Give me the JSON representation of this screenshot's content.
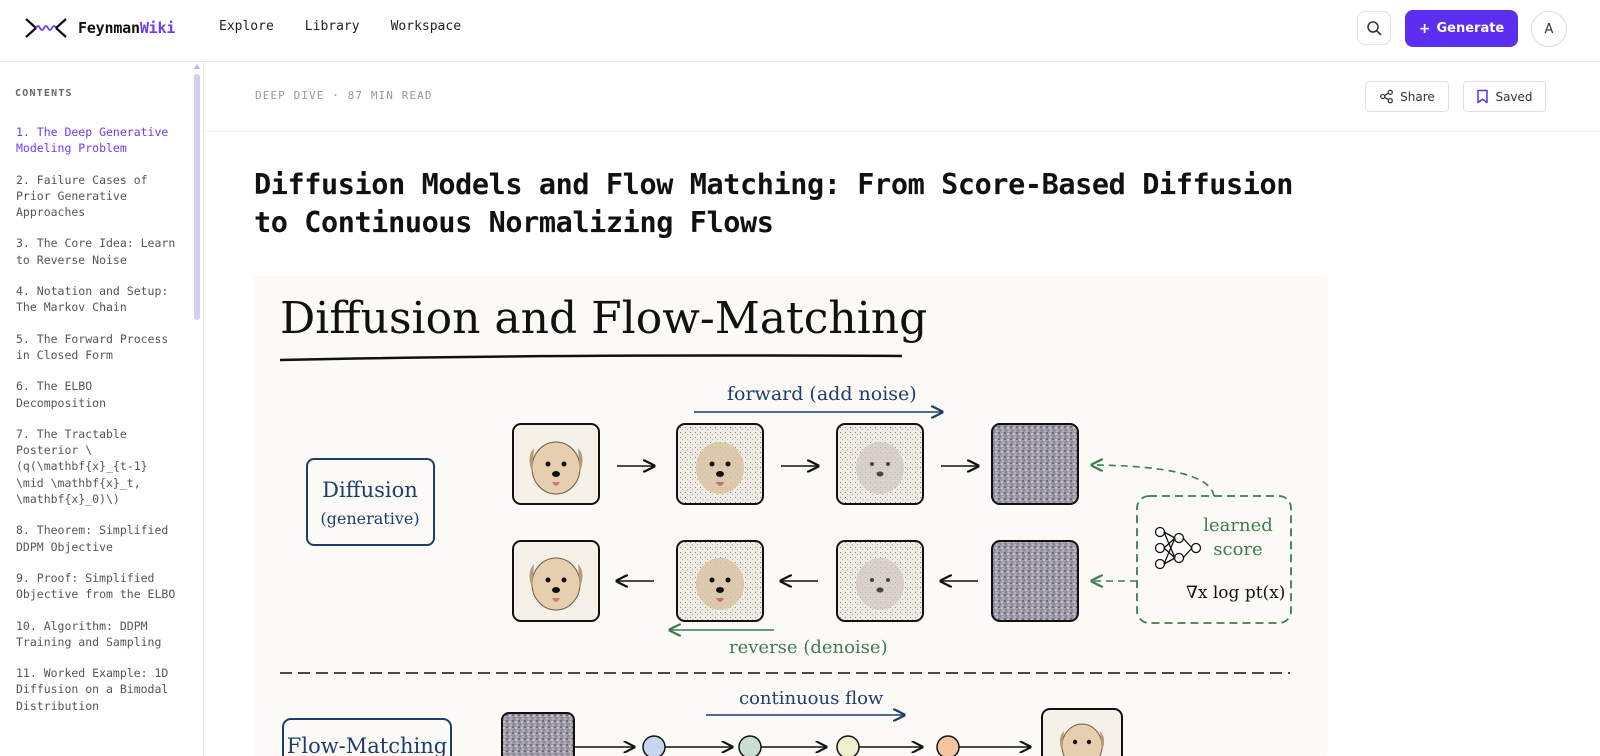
{
  "header": {
    "brand_primary": "Feynman",
    "brand_accent": "Wiki",
    "nav": [
      "Explore",
      "Library",
      "Workspace"
    ],
    "generate_label": "Generate",
    "avatar_initial": "A"
  },
  "sidebar": {
    "contents_label": "CONTENTS",
    "items": [
      {
        "label": "1. The Deep Generative Modeling Problem",
        "active": true
      },
      {
        "label": "2. Failure Cases of Prior Generative Approaches"
      },
      {
        "label": "3. The Core Idea: Learn to Reverse Noise"
      },
      {
        "label": "4. Notation and Setup: The Markov Chain"
      },
      {
        "label": "5. The Forward Process in Closed Form"
      },
      {
        "label": "6. The ELBO Decomposition"
      },
      {
        "label": "7. The Tractable Posterior \\(q(\\mathbf{x}_{t-1} \\mid \\mathbf{x}_t, \\mathbf{x}_0)\\)"
      },
      {
        "label": "8. Theorem: Simplified DDPM Objective"
      },
      {
        "label": "9. Proof: Simplified Objective from the ELBO"
      },
      {
        "label": "10. Algorithm: DDPM Training and Sampling"
      },
      {
        "label": "11. Worked Example: 1D Diffusion on a Bimodal Distribution"
      }
    ]
  },
  "article": {
    "kicker": "DEEP DIVE · 87 MIN READ",
    "share_label": "Share",
    "saved_label": "Saved",
    "title": "Diffusion Models and Flow Matching: From Score-Based Diffusion to Continuous Normalizing Flows"
  },
  "figure": {
    "heading": "Diffusion and Flow-Matching",
    "forward_label": "forward (add noise)",
    "reverse_label": "reverse (denoise)",
    "diffusion_box_title": "Diffusion",
    "diffusion_box_sub": "(generative)",
    "learned_score_line1": "learned",
    "learned_score_line2": "score",
    "score_formula": "∇x log pt(x)",
    "continuous_flow_label": "continuous flow",
    "flow_box_title": "Flow-Matching"
  },
  "colors": {
    "accent": "#5b2ef0",
    "accent_text": "#6d3cf5",
    "diagram_blue": "#1f3d6b",
    "diagram_green": "#3f7a52"
  }
}
